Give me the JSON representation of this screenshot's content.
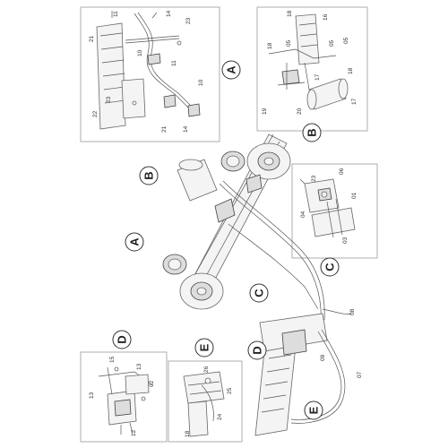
{
  "callouts": {
    "A_main": "A",
    "B_main": "B",
    "C_main": "C",
    "D_main": "D",
    "E_main": "E",
    "A_detail": "A",
    "B_detail": "B",
    "C_detail": "C",
    "D_detail": "D",
    "E_detail": "E"
  },
  "part_numbers": {
    "A": [
      "11",
      "14",
      "23",
      "21",
      "10",
      "11",
      "23",
      "22",
      "10",
      "21",
      "14"
    ],
    "B": [
      "18",
      "16",
      "18",
      "05",
      "05",
      "05",
      "17",
      "18",
      "19",
      "20",
      "17"
    ],
    "C": [
      "23",
      "06",
      "04",
      "01",
      "03"
    ],
    "D": [
      "15",
      "13",
      "13",
      "02",
      "12"
    ],
    "E": [
      "26",
      "25",
      "24",
      "18"
    ],
    "main": [
      "08",
      "09",
      "07"
    ]
  }
}
